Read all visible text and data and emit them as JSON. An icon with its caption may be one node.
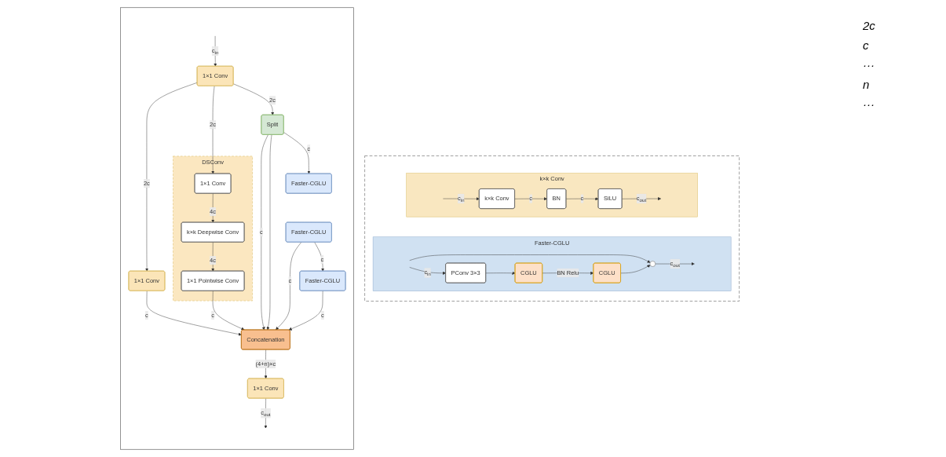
{
  "diagram": {
    "nodes": [
      {
        "text": [],
        "shape": "box"
      },
      {
        "text": [
          "1×1 Conv"
        ],
        "in": 0
      },
      {
        "text": [
          "1×1 Conv"
        ],
        "in": 0
      },
      {
        "text": [
          "DSConv"
        ],
        "in": 0
      },
      {
        "text": [
          "1×1 Conv"
        ],
        "in": 3
      },
      {
        "text": [
          "k×k Deepwise Conv"
        ],
        "in": 3
      },
      {
        "text": [
          "1×1 Pointwise Conv"
        ],
        "in": 3
      },
      {
        "text": [
          "Split"
        ],
        "in": 0
      },
      {
        "text": [
          "Faster-CGLU"
        ],
        "in": 0
      },
      {
        "text": [
          "Faster-CGLU"
        ],
        "in": 0
      },
      {
        "text": [
          "Faster-CGLU"
        ],
        "in": 0
      },
      {
        "text": [
          "Concatenation"
        ],
        "in": 0
      },
      {
        "text": [
          "1×1 Conv"
        ],
        "in": 0
      },
      {
        "text": [],
        "shape": "box"
      },
      {
        "text": [
          "k×k Conv"
        ],
        "in": 13
      },
      {
        "text": [
          "k×k Conv"
        ],
        "in": 14
      },
      {
        "text": [
          "BN"
        ],
        "in": 14
      },
      {
        "text": [
          "SiLU"
        ],
        "in": 14
      },
      {
        "text": [
          "Faster-CGLU"
        ],
        "in": 13
      },
      {
        "text": [
          "PConv 3×3"
        ],
        "in": 18
      },
      {
        "text": [
          "CGLU"
        ],
        "in": 18
      },
      {
        "text": [
          "CGLU"
        ],
        "in": 18
      },
      {
        "text": [],
        "shape": "circle",
        "in": 18
      }
    ],
    "edges": [
      {
        "from": null,
        "to": 1,
        "arrow": "to",
        "label": "c$_{in}$"
      },
      {
        "from": 1,
        "to": 2,
        "arrow": "to",
        "label": "2c"
      },
      {
        "from": 1,
        "to": 4,
        "arrow": "to",
        "label": "2c"
      },
      {
        "from": 1,
        "to": 7,
        "arrow": "to",
        "label": "2c"
      },
      {
        "from": 2,
        "to": 11,
        "arrow": "to",
        "label": "c"
      },
      {
        "from": 4,
        "to": 5,
        "arrow": "to",
        "label": "4c"
      },
      {
        "from": 5,
        "to": 6,
        "arrow": "to",
        "label": "4c"
      },
      {
        "from": 6,
        "to": 11,
        "arrow": "to",
        "label": "c"
      },
      {
        "from": 7,
        "to": 11,
        "arrow": "to",
        "label": "c"
      },
      {
        "from": 7,
        "to": 11,
        "arrow": "to"
      },
      {
        "from": 7,
        "to": 8,
        "arrow": "to",
        "label": "c"
      },
      {
        "from": 9,
        "to": 11,
        "arrow": "to",
        "label": "c"
      },
      {
        "from": 9,
        "to": 10,
        "arrow": "to",
        "label": "c"
      },
      {
        "from": 10,
        "to": 11,
        "arrow": "to",
        "label": "c"
      },
      {
        "from": 11,
        "to": 12,
        "arrow": "to",
        "label": "(4+n)×c"
      },
      {
        "from": 12,
        "to": null,
        "arrow": "to",
        "label": "c$_{out}$"
      },
      {
        "from": null,
        "to": 15,
        "arrow": "to",
        "label": "c$_{in}$"
      },
      {
        "from": 15,
        "to": 16,
        "arrow": "to",
        "label": "c"
      },
      {
        "from": 16,
        "to": 17,
        "arrow": "to",
        "label": "c"
      },
      {
        "from": 17,
        "to": null,
        "arrow": "to",
        "label": "c$_{out}$"
      },
      {
        "from": null,
        "to": 19,
        "arrow": "to",
        "label": "c$_{in}$"
      },
      {
        "from": 19,
        "to": 20,
        "arrow": "to"
      },
      {
        "from": 20,
        "to": 21,
        "arrow": "to",
        "label": "BN Relu"
      },
      {
        "from": null,
        "to": 22,
        "arrow": "to"
      },
      {
        "from": 21,
        "to": 22,
        "arrow": "to"
      },
      {
        "from": 22,
        "to": null,
        "arrow": "to",
        "label": "c$_{out}$"
      }
    ],
    "labels": [
      "2c",
      "c",
      "···",
      "n",
      "···"
    ]
  }
}
